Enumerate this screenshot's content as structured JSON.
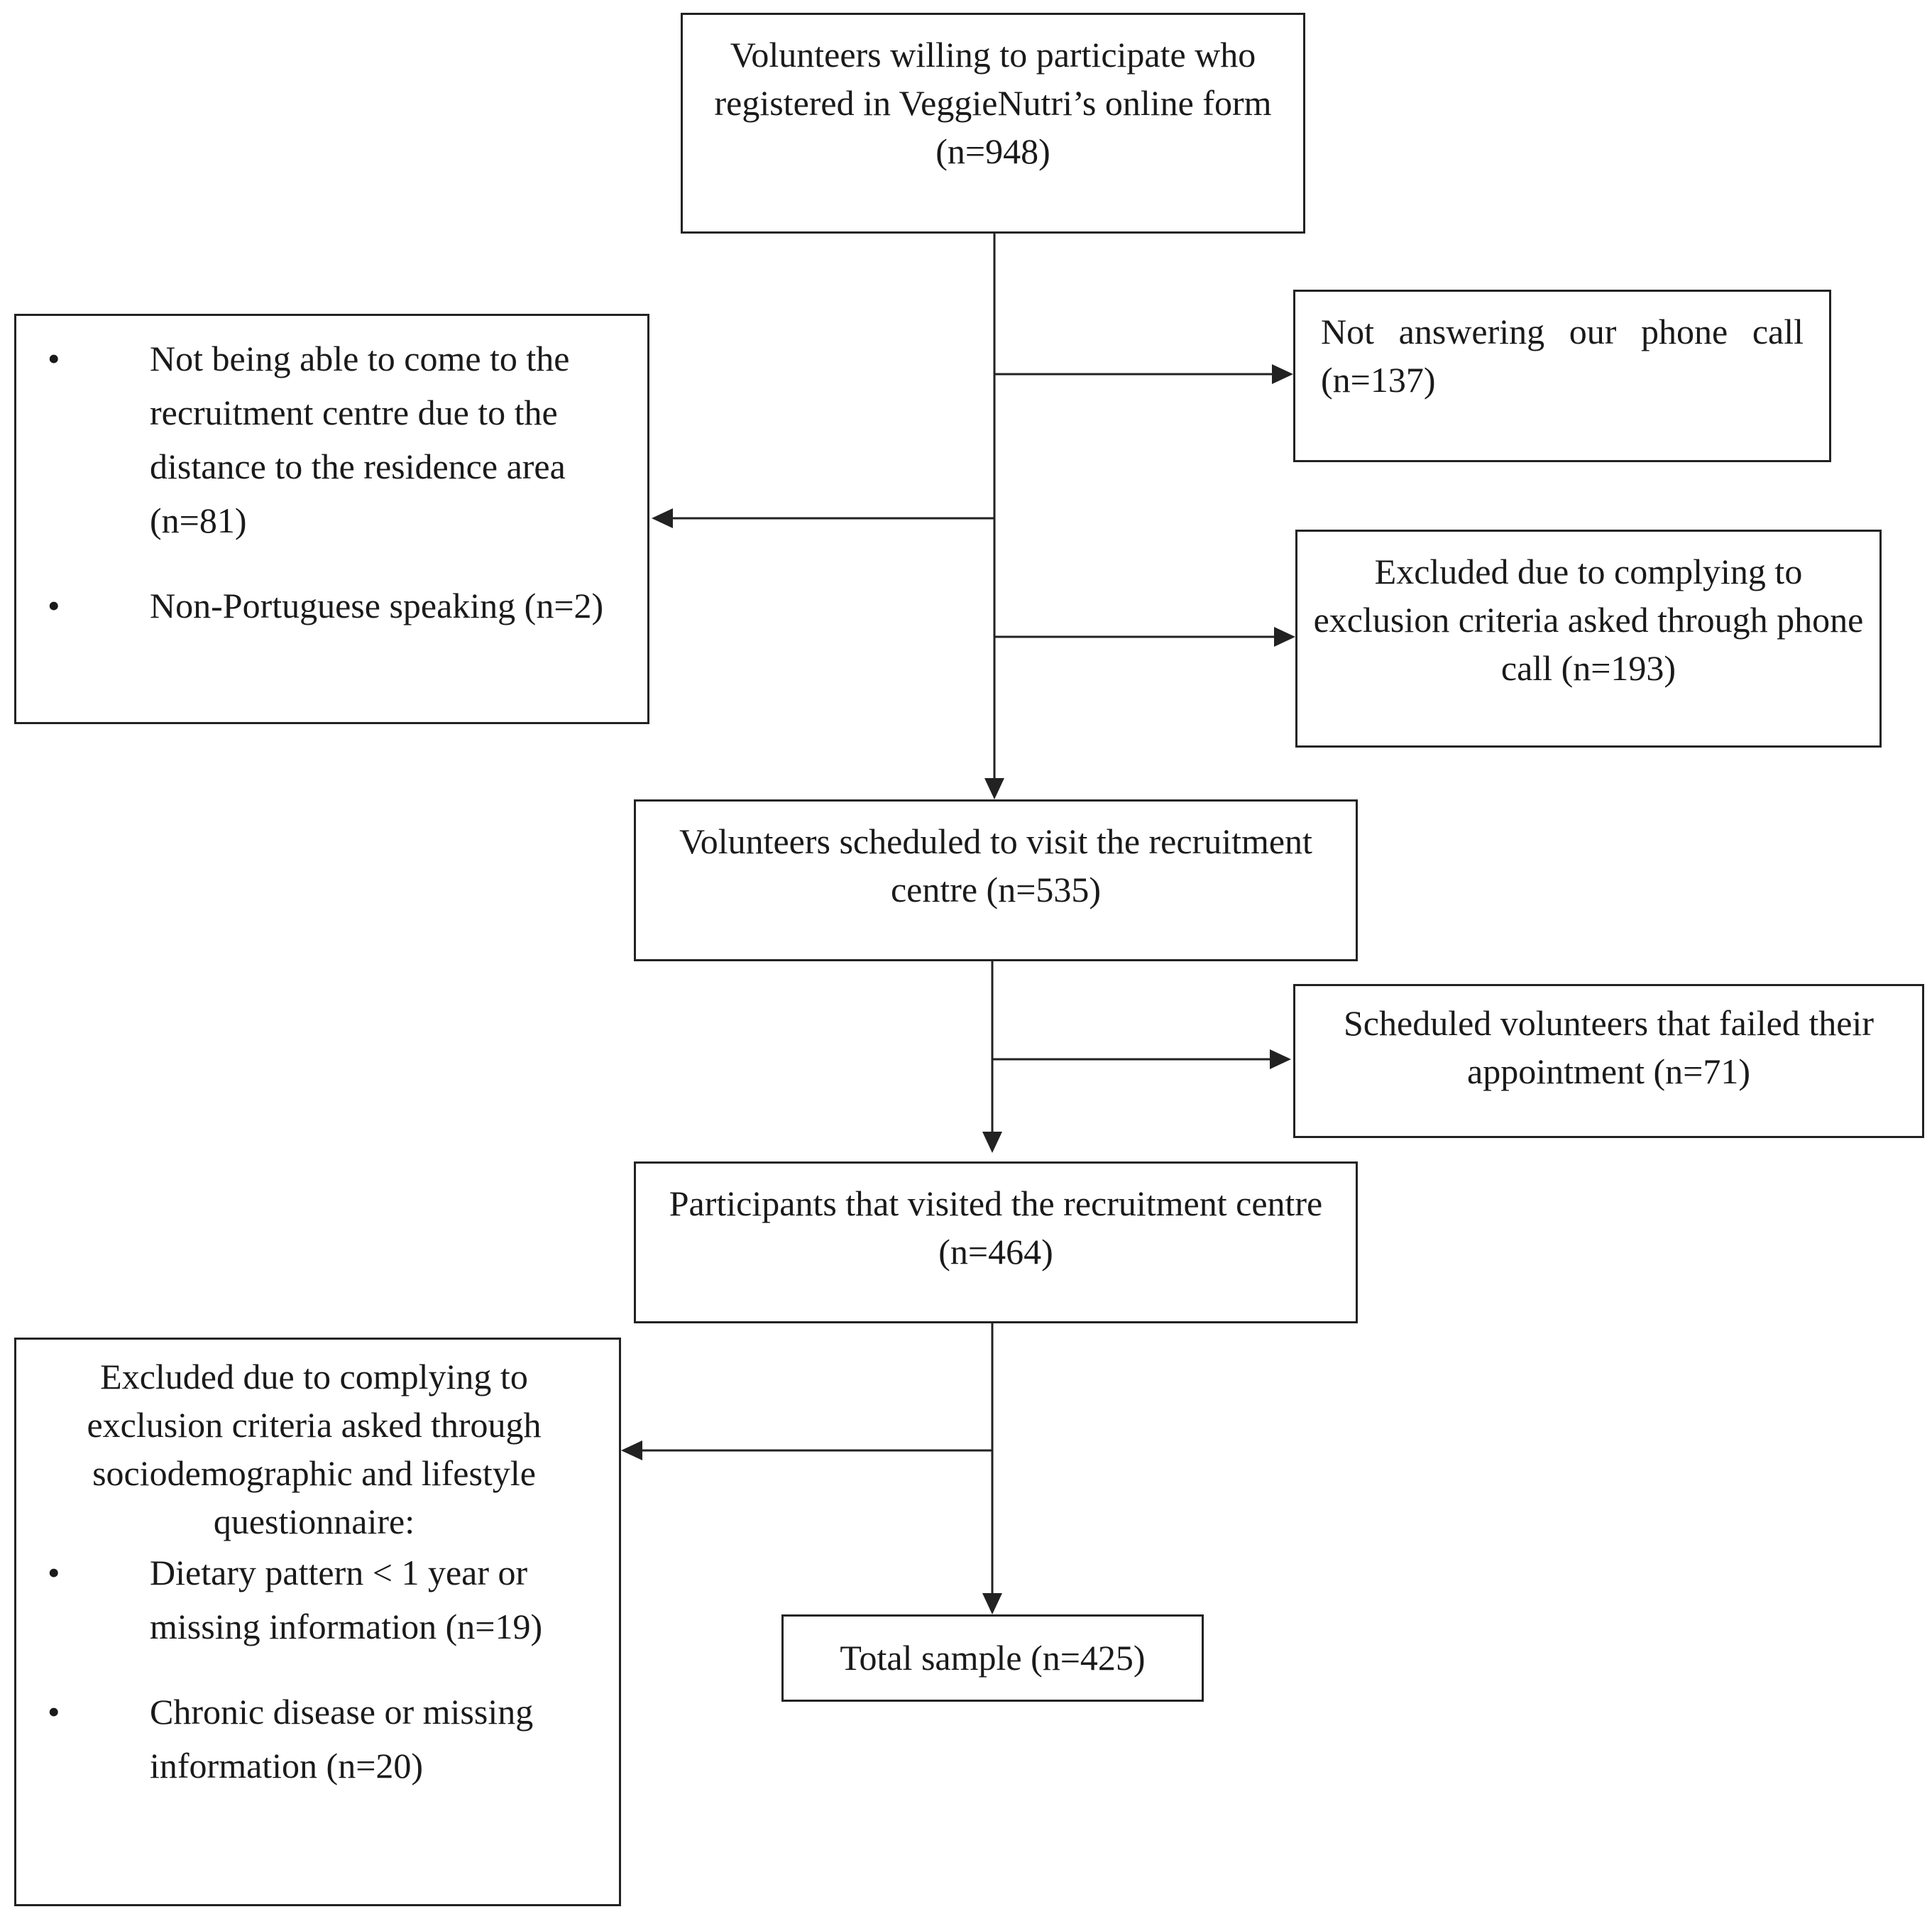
{
  "diagram": {
    "line_color": "#222222",
    "nodes": {
      "registered": {
        "text": "Volunteers willing to participate who registered in VeggieNutri’s online form (n=948)"
      },
      "not_answering": {
        "text": "Not answering our phone call (n=137)"
      },
      "distance_exclusion": {
        "items": [
          "Not being able to come to the recruitment centre due to the distance to the residence area (n=81)",
          "Non-Portuguese speaking (n=2)"
        ]
      },
      "phone_exclusion": {
        "text": "Excluded due to complying to exclusion criteria asked through phone call (n=193)"
      },
      "scheduled": {
        "text": "Volunteers scheduled to visit the recruitment centre (n=535)"
      },
      "failed_appointment": {
        "text": "Scheduled volunteers that failed their appointment (n=71)"
      },
      "visited": {
        "text": "Participants that visited the recruitment centre (n=464)"
      },
      "questionnaire_exclusion": {
        "heading": "Excluded due to complying to exclusion criteria asked through sociodemographic and lifestyle questionnaire:",
        "items": [
          "Dietary pattern < 1 year or missing information (n=19)",
          "Chronic disease or missing information (n=20)"
        ]
      },
      "total": {
        "text": "Total sample (n=425)"
      }
    }
  }
}
